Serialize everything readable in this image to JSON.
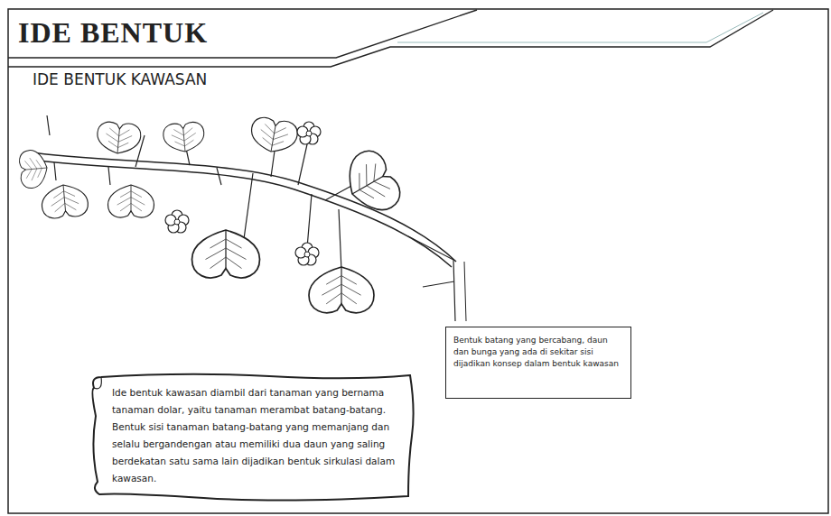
{
  "diagram": {
    "title": "IDE BENTUK",
    "nodes": [
      {
        "text": [
          "Bentuk batang yang bercabang, daun dan bunga yang ada di sekitar sisi dijadikan konsep dalam bentuk kawasan"
        ]
      },
      {
        "text": [
          "Ide bentuk kawasan diambil dari tanaman yang bernama tanaman dolar, yaitu tanaman merambat batang-batang. Bentuk sisi tanaman batang-batang yang memanjang dan selalu bergandengan atau memiliki dua daun yang saling berdekatan satu sama lain dijadikan bentuk sirkulasi dalam kawasan."
        ]
      }
    ],
    "labels": [
      "IDE BENTUK KAWASAN"
    ]
  }
}
